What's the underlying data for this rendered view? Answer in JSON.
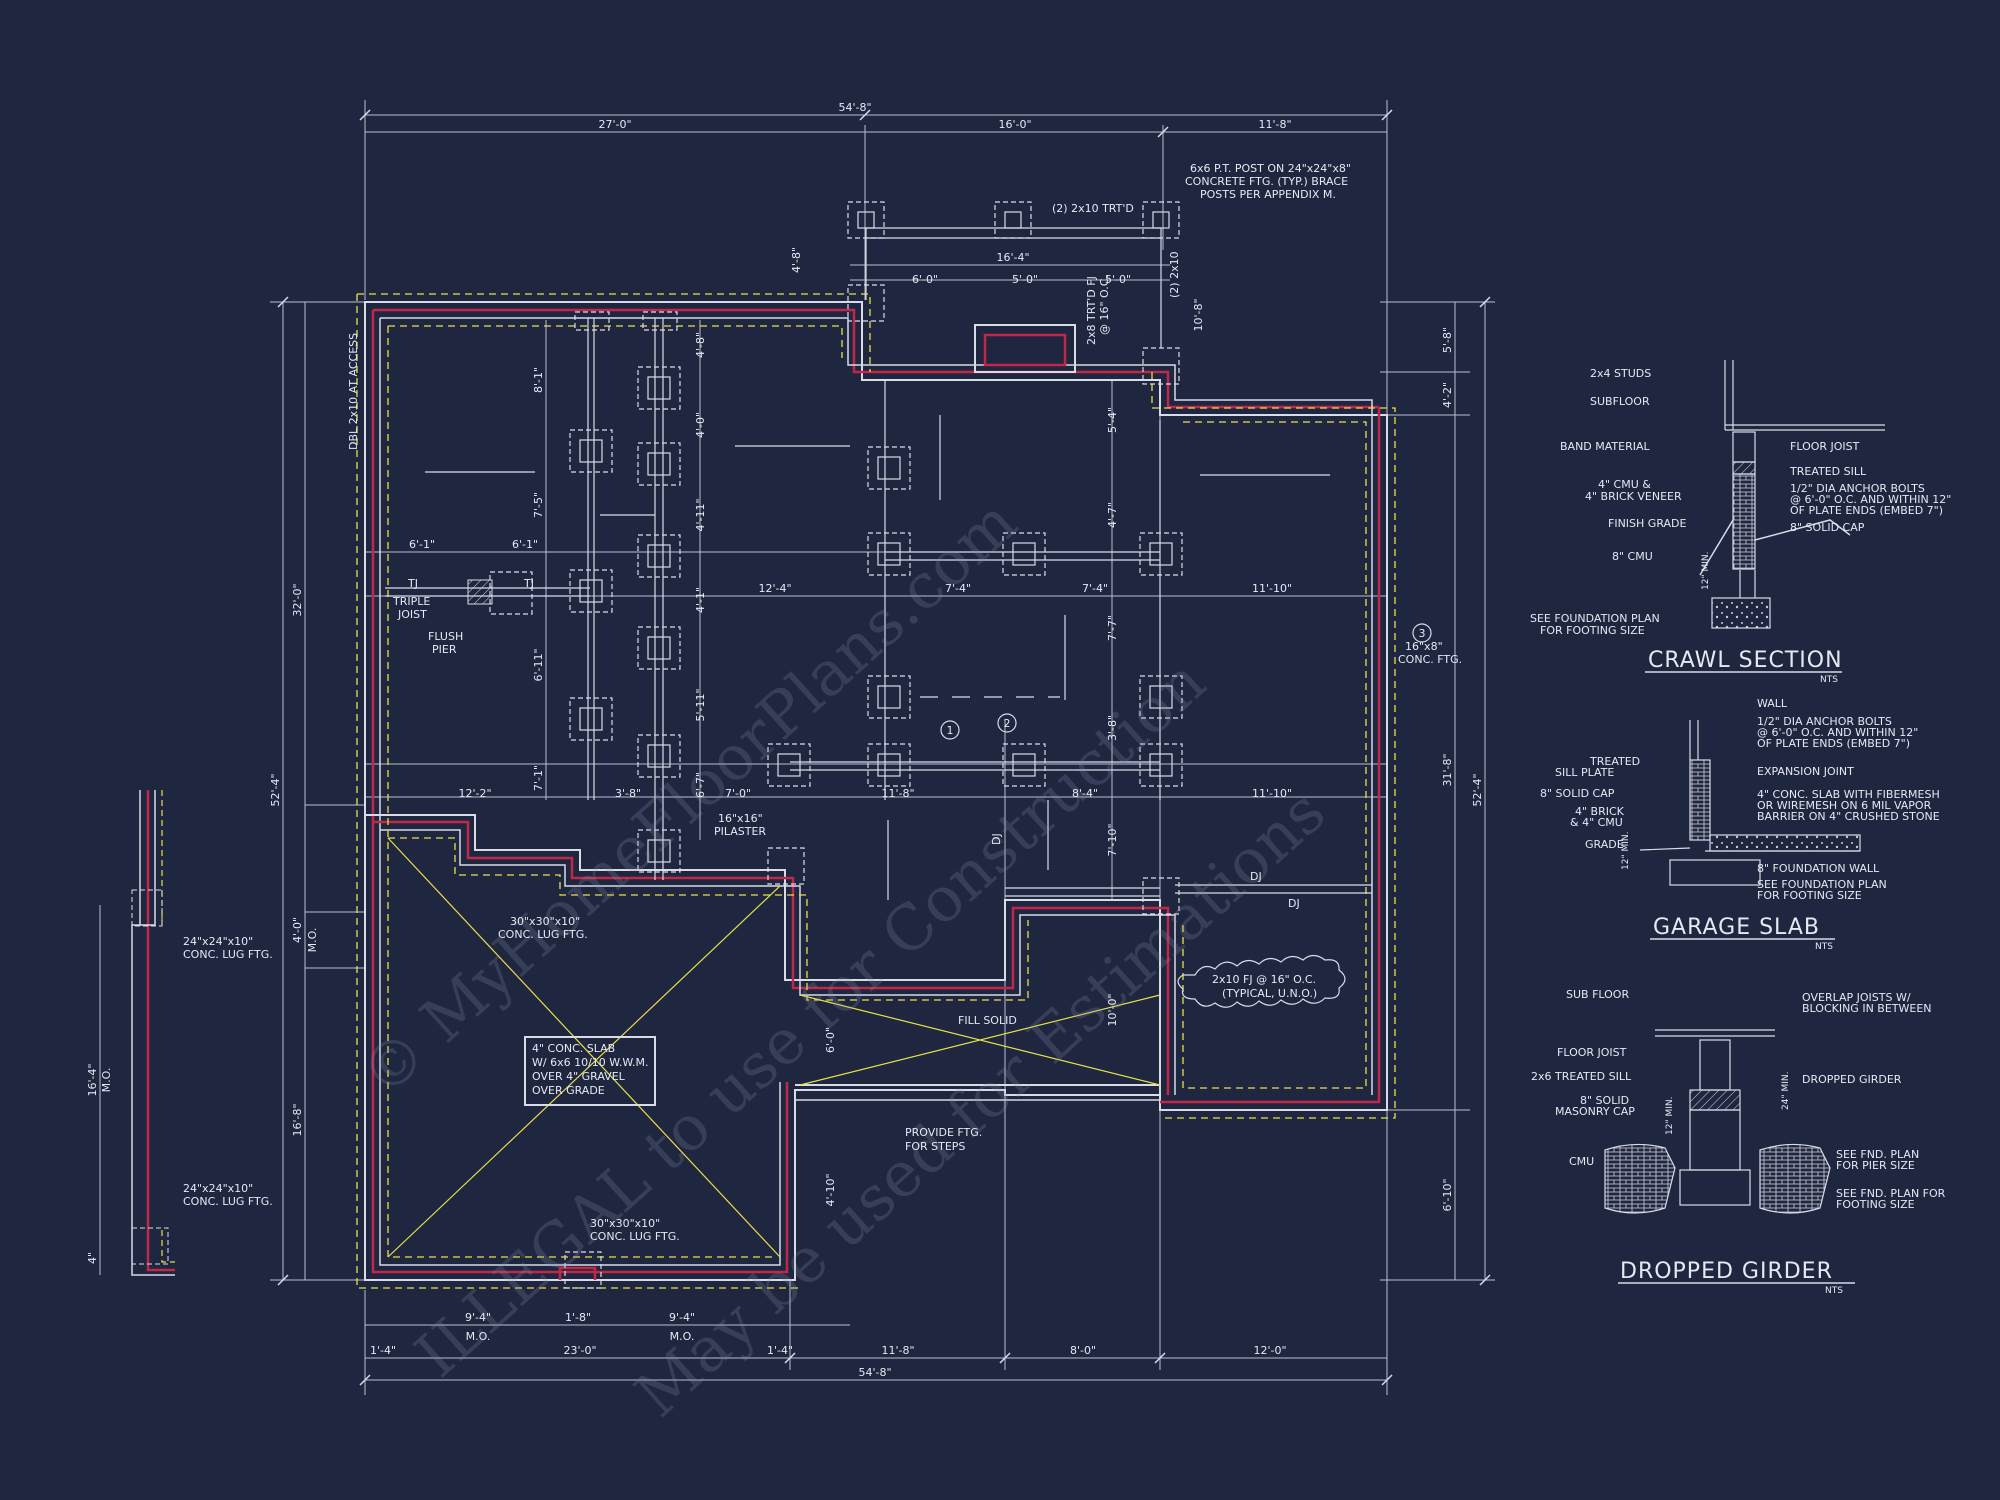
{
  "colors": {
    "background": "#1f2640",
    "linework": "#d9dce6",
    "dimension": "#b9bfcf",
    "wall_red": "#c0284a",
    "hidden_yellow": "#e8e04a"
  },
  "dimensions": {
    "top_overall": "54'-8\"",
    "top_seg1": "27'-0\"",
    "top_seg2": "16'-0\"",
    "top_seg3": "11'-8\"",
    "porch_16_4": "16'-4\"",
    "porch_6_0": "6'-0\"",
    "porch_5_0a": "5'-0\"",
    "porch_5_0b": "5'-0\"",
    "porch_4_8": "4'-8\"",
    "porch_10_8": "10'-8\"",
    "left_32_0": "32'-0\"",
    "left_52_4": "52'-4\"",
    "left_4_0": "4'-0\"",
    "left_16_8": "16'-8\"",
    "right_52_4": "52'-4\"",
    "right_31_8": "31'-8\"",
    "right_5_8": "5'-8\"",
    "right_4_2": "4'-2\"",
    "right_6_10": "6'-10\"",
    "bot_overall": "54'-8\"",
    "bot_23_0": "23'-0\"",
    "bot_11_8": "11'-8\"",
    "bot_8_0": "8'-0\"",
    "bot_12_0": "12'-0\"",
    "bot_9_4a": "9'-4\"",
    "bot_9_4b": "9'-4\"",
    "bot_1_4a": "1'-4\"",
    "bot_1_4b": "1'-4\"",
    "bot_1_8": "1'-8\"",
    "mo": "M.O.",
    "row_6_1a": "6'-1\"",
    "row_6_1b": "6'-1\"",
    "row_12_4": "12'-4\"",
    "row_7_4a": "7'-4\"",
    "row_7_4b": "7'-4\"",
    "row_11_10a": "11'-10\"",
    "row_12_2": "12'-2\"",
    "row_3_8": "3'-8\"",
    "row_7_0": "7'-0\"",
    "row_11_8": "11'-8\"",
    "row_8_4": "8'-4\"",
    "row_11_10b": "11'-10\"",
    "v_8_1": "8'-1\"",
    "v_7_5": "7'-5\"",
    "v_6_11": "6'-11\"",
    "v_7_1": "7'-1\"",
    "v_4_8": "4'-8\"",
    "v_4_0": "4'-0\"",
    "v_4_11": "4'-11\"",
    "v_4_1": "4'-1\"",
    "v_5_11": "5'-11\"",
    "v_6_7": "6'-7\"",
    "v_5_4": "5'-4\"",
    "v_4_7": "4'-7\"",
    "v_7_7": "7'-7\"",
    "v_3_8": "3'-8\"",
    "v_7_10": "7'-10\"",
    "v_10_0": "10'-0\"",
    "v_6_0": "6'-0\"",
    "v_4_10": "4'-10\"",
    "side_16_4": "16'-4\"",
    "side_4": "4\""
  },
  "notes": {
    "post_note": [
      "6x6 P.T. POST ON 24\"x24\"x8\"",
      "CONCRETE FTG. (TYP.) BRACE",
      "POSTS PER APPENDIX M."
    ],
    "trtd": "(2) 2x10 TRT'D",
    "trtd_vertical": "(2) 2x10",
    "fj_vertical_1": "2x8 TRT'D FJ",
    "fj_vertical_2": "@ 16\" O.C.",
    "dbl_2x10": "DBL 2x10 AT ACCESS",
    "tj1": "TJ",
    "tj2": "TJ",
    "triple_joist": [
      "TRIPLE",
      "JOIST"
    ],
    "flush_pier": [
      "FLUSH",
      "PIER"
    ],
    "pilaster": [
      "16\"x16\"",
      "PILASTER"
    ],
    "lug_30": [
      "30\"x30\"x10\"",
      "CONC. LUG FTG."
    ],
    "lug_30b": [
      "30\"x30\"x10\"",
      "CONC. LUG FTG."
    ],
    "slab_note": [
      "4\" CONC. SLAB",
      "W/ 6x6 10/10 W.W.M.",
      "OVER 4\" GRAVEL",
      "OVER GRADE"
    ],
    "fill_solid": "FILL SOLID",
    "provide_ftg": [
      "PROVIDE FTG.",
      "FOR STEPS"
    ],
    "fj_cloud": [
      "2x10 FJ @ 16\" O.C.",
      "(TYPICAL, U.N.O.)"
    ],
    "dj1": "DJ",
    "dj2": "DJ",
    "dj3": "DJ",
    "ftg_16": [
      "16\"x8\"",
      "CONC. FTG."
    ],
    "tag1": "1",
    "tag2": "2",
    "tag3": "3",
    "lug_24a": [
      "24\"x24\"x10\"",
      "CONC. LUG FTG."
    ],
    "lug_24b": [
      "24\"x24\"x10\"",
      "CONC. LUG FTG."
    ]
  },
  "details": {
    "crawl": {
      "title": "CRAWL SECTION",
      "nts": "NTS",
      "labels": {
        "studs": "2x4 STUDS",
        "subfloor": "SUBFLOOR",
        "band": "BAND MATERIAL",
        "floor_joist": "FLOOR JOIST",
        "treated_sill": "TREATED SILL",
        "anchor": [
          "1/2\" DIA ANCHOR BOLTS",
          "@ 6'-0\" O.C. AND WITHIN 12\"",
          "OF PLATE ENDS (EMBED 7\")"
        ],
        "cmu_brick": [
          "4\" CMU &",
          "4\" BRICK VENEER"
        ],
        "solid_cap": "8\" SOLID CAP",
        "finish_grade": "FINISH GRADE",
        "cmu8": "8\" CMU",
        "min12": "12\" MIN.",
        "see_plan": [
          "SEE FOUNDATION PLAN",
          "FOR FOOTING SIZE"
        ]
      }
    },
    "garage": {
      "title": "GARAGE SLAB",
      "nts": "NTS",
      "labels": {
        "wall": "WALL",
        "anchor": [
          "1/2\" DIA ANCHOR BOLTS",
          "@ 6'-0\" O.C. AND WITHIN 12\"",
          "OF PLATE ENDS (EMBED 7\")"
        ],
        "sill": [
          "TREATED",
          "SILL PLATE"
        ],
        "expansion": "EXPANSION JOINT",
        "cap": "8\" SOLID CAP",
        "slab": [
          "4\" CONC. SLAB WITH FIBERMESH",
          "OR WIREMESH ON 6 MIL VAPOR",
          "BARRIER ON 4\" CRUSHED STONE"
        ],
        "brick": [
          "4\" BRICK",
          "& 4\" CMU"
        ],
        "grade": "GRADE",
        "min12": "12\" MIN.",
        "fdn_wall": "8\" FOUNDATION WALL",
        "see_plan": [
          "SEE FOUNDATION PLAN",
          "FOR FOOTING SIZE"
        ]
      }
    },
    "girder": {
      "title": "DROPPED GIRDER",
      "nts": "NTS",
      "labels": {
        "subfloor": "SUB FLOOR",
        "overlap": [
          "OVERLAP JOISTS W/",
          "BLOCKING IN BETWEEN"
        ],
        "floor_joist": "FLOOR JOIST",
        "sill": "2x6 TREATED SILL",
        "dropped": "DROPPED GIRDER",
        "cap": [
          "8\" SOLID",
          "MASONRY CAP"
        ],
        "min12": "12\" MIN.",
        "min24": "24\" MIN.",
        "cmu": "CMU",
        "pier": [
          "SEE FND. PLAN",
          "FOR PIER SIZE"
        ],
        "footing": [
          "SEE FND. PLAN FOR",
          "FOOTING SIZE"
        ]
      }
    }
  },
  "watermark": [
    "© MyHomeFloorPlans.com",
    "ILLEGAL to use for Construction",
    "May be used for Estimations"
  ]
}
